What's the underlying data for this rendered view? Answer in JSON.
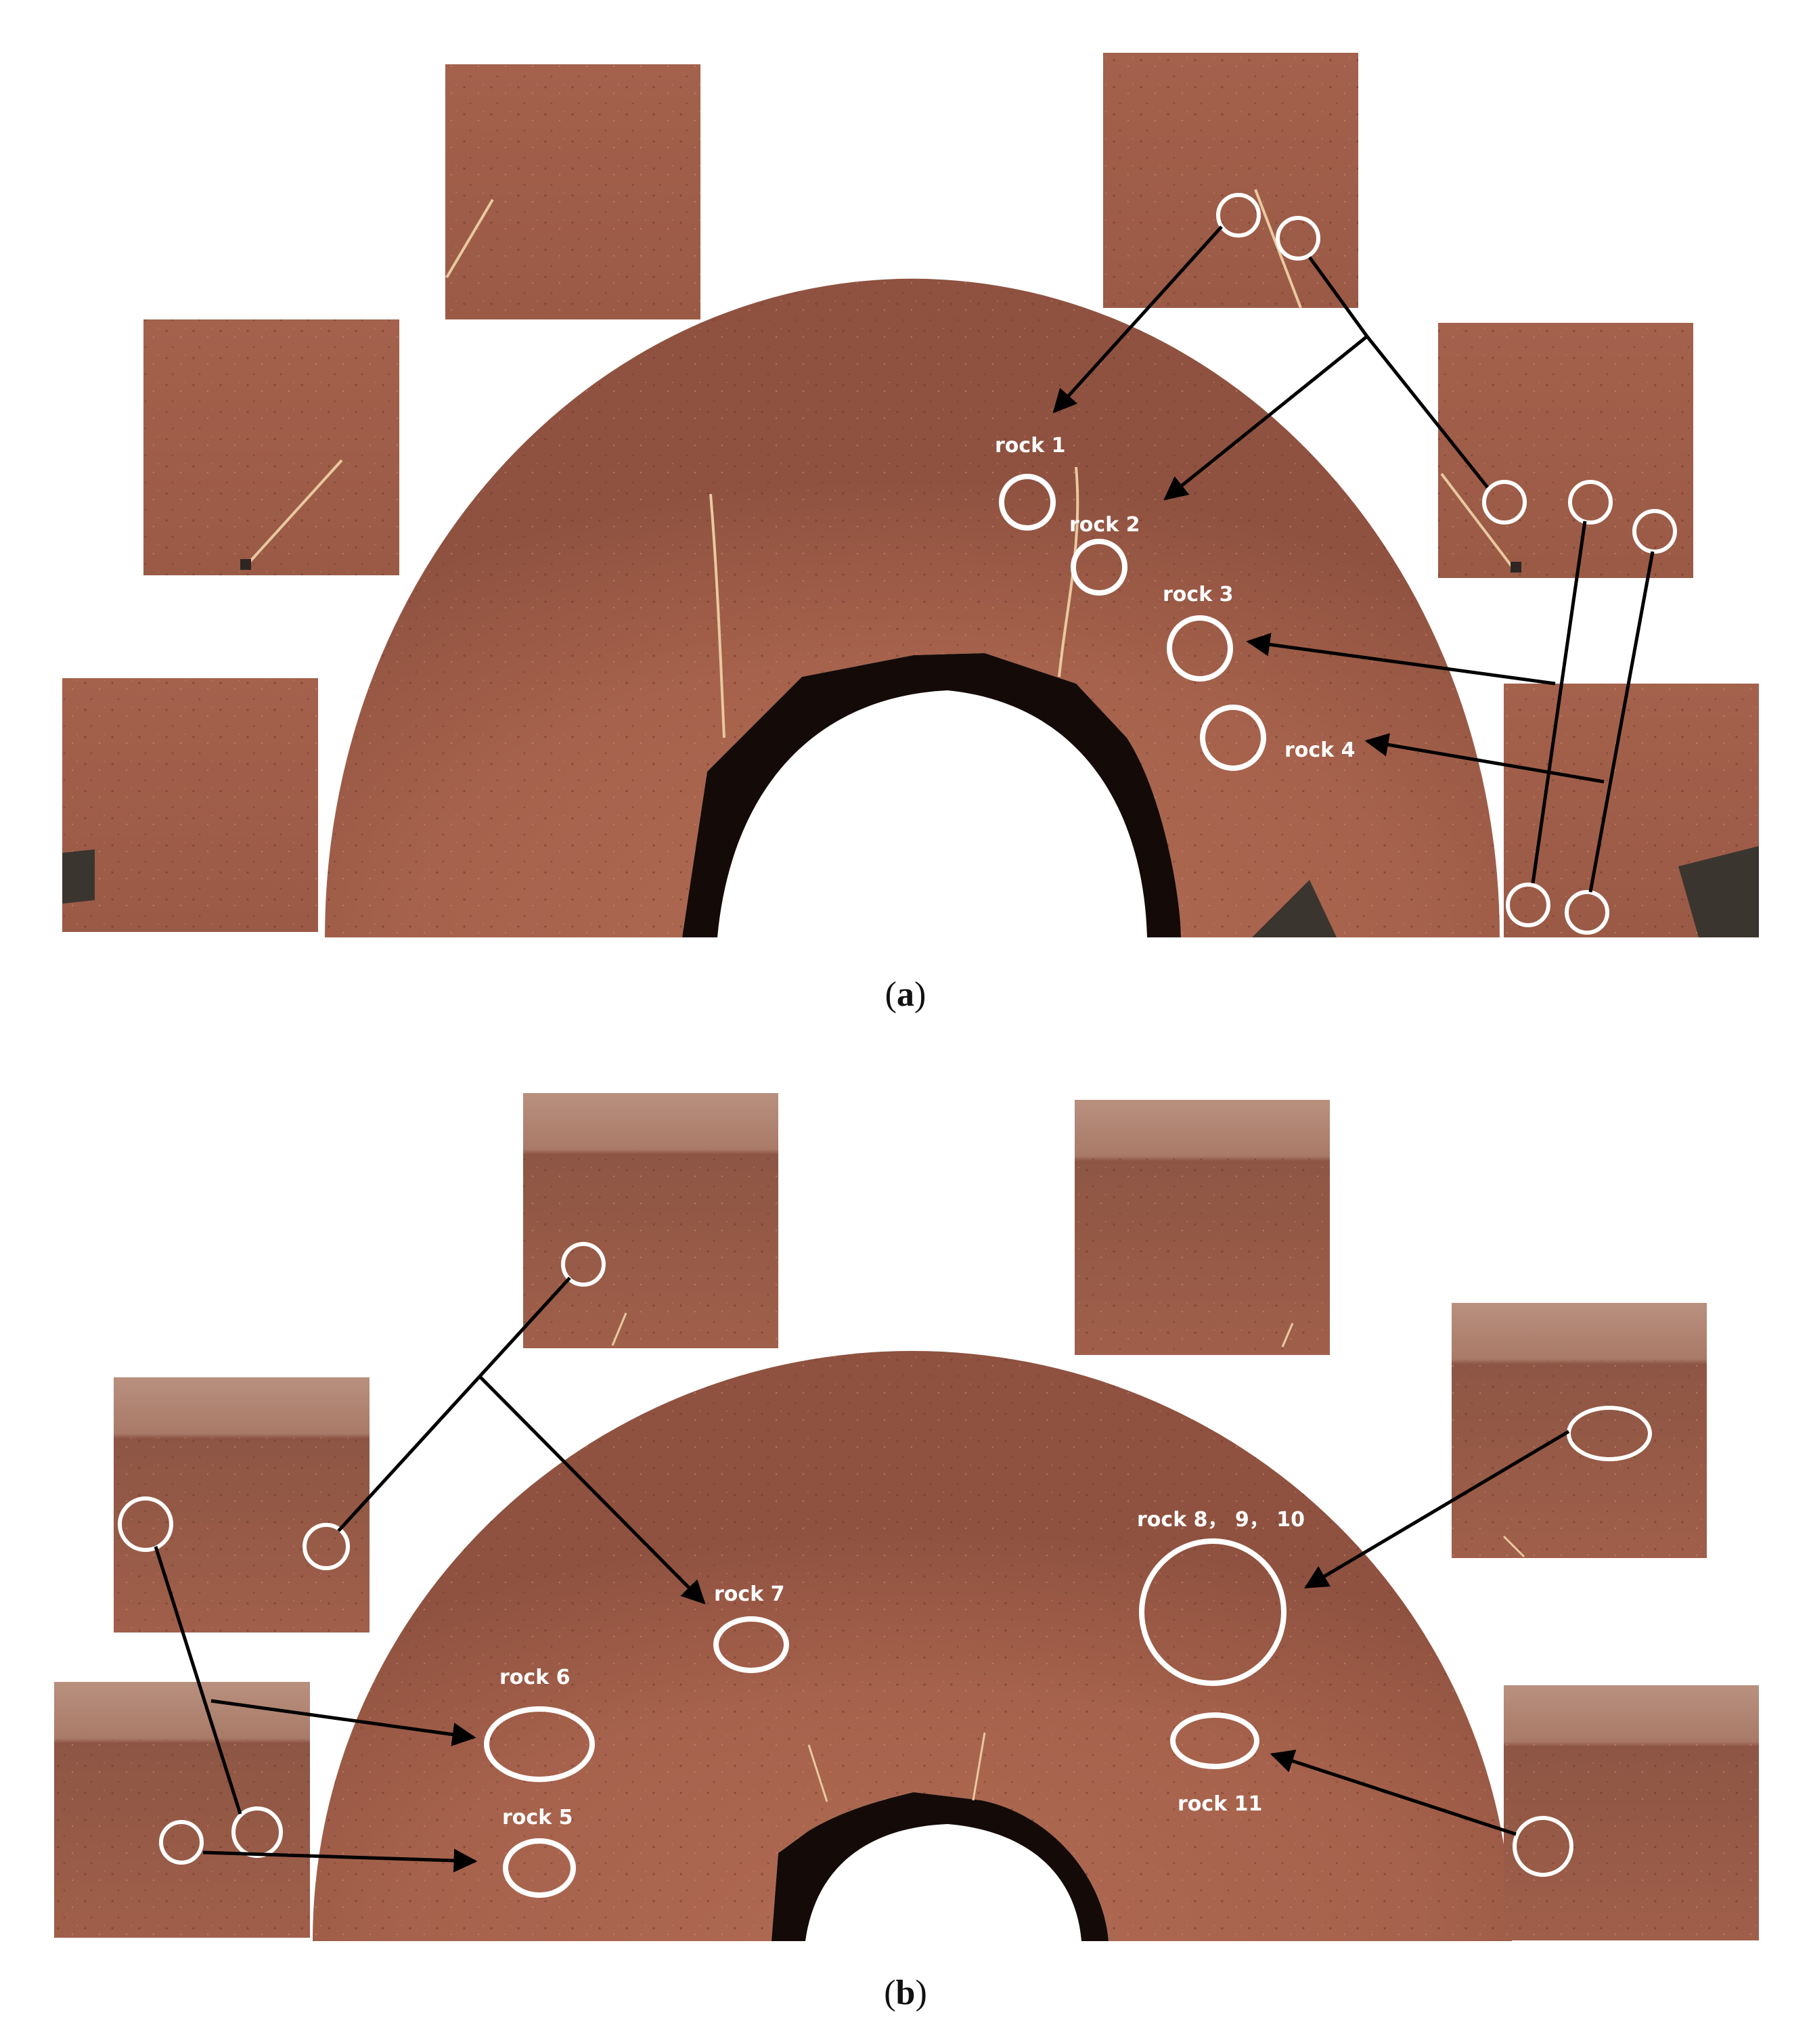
{
  "panels": [
    {
      "caption_letter": "a",
      "rocks": [
        {
          "id": "rock-1",
          "label": "rock 1"
        },
        {
          "id": "rock-2",
          "label": "rock 2"
        },
        {
          "id": "rock-3",
          "label": "rock 3"
        },
        {
          "id": "rock-4",
          "label": "rock 4"
        }
      ]
    },
    {
      "caption_letter": "b",
      "rocks": [
        {
          "id": "rock-5",
          "label": "rock 5"
        },
        {
          "id": "rock-6",
          "label": "rock 6"
        },
        {
          "id": "rock-7",
          "label": "rock 7"
        },
        {
          "id": "rock-8-9-10",
          "label": "rock 8，  9，  10"
        },
        {
          "id": "rock-11",
          "label": "rock 11"
        }
      ]
    }
  ],
  "colors": {
    "terrain": "#a8654f",
    "terrain_dark": "#8e4f3c",
    "sky": "#b98a78",
    "marker": "#ffffff",
    "arrow": "#000000"
  }
}
